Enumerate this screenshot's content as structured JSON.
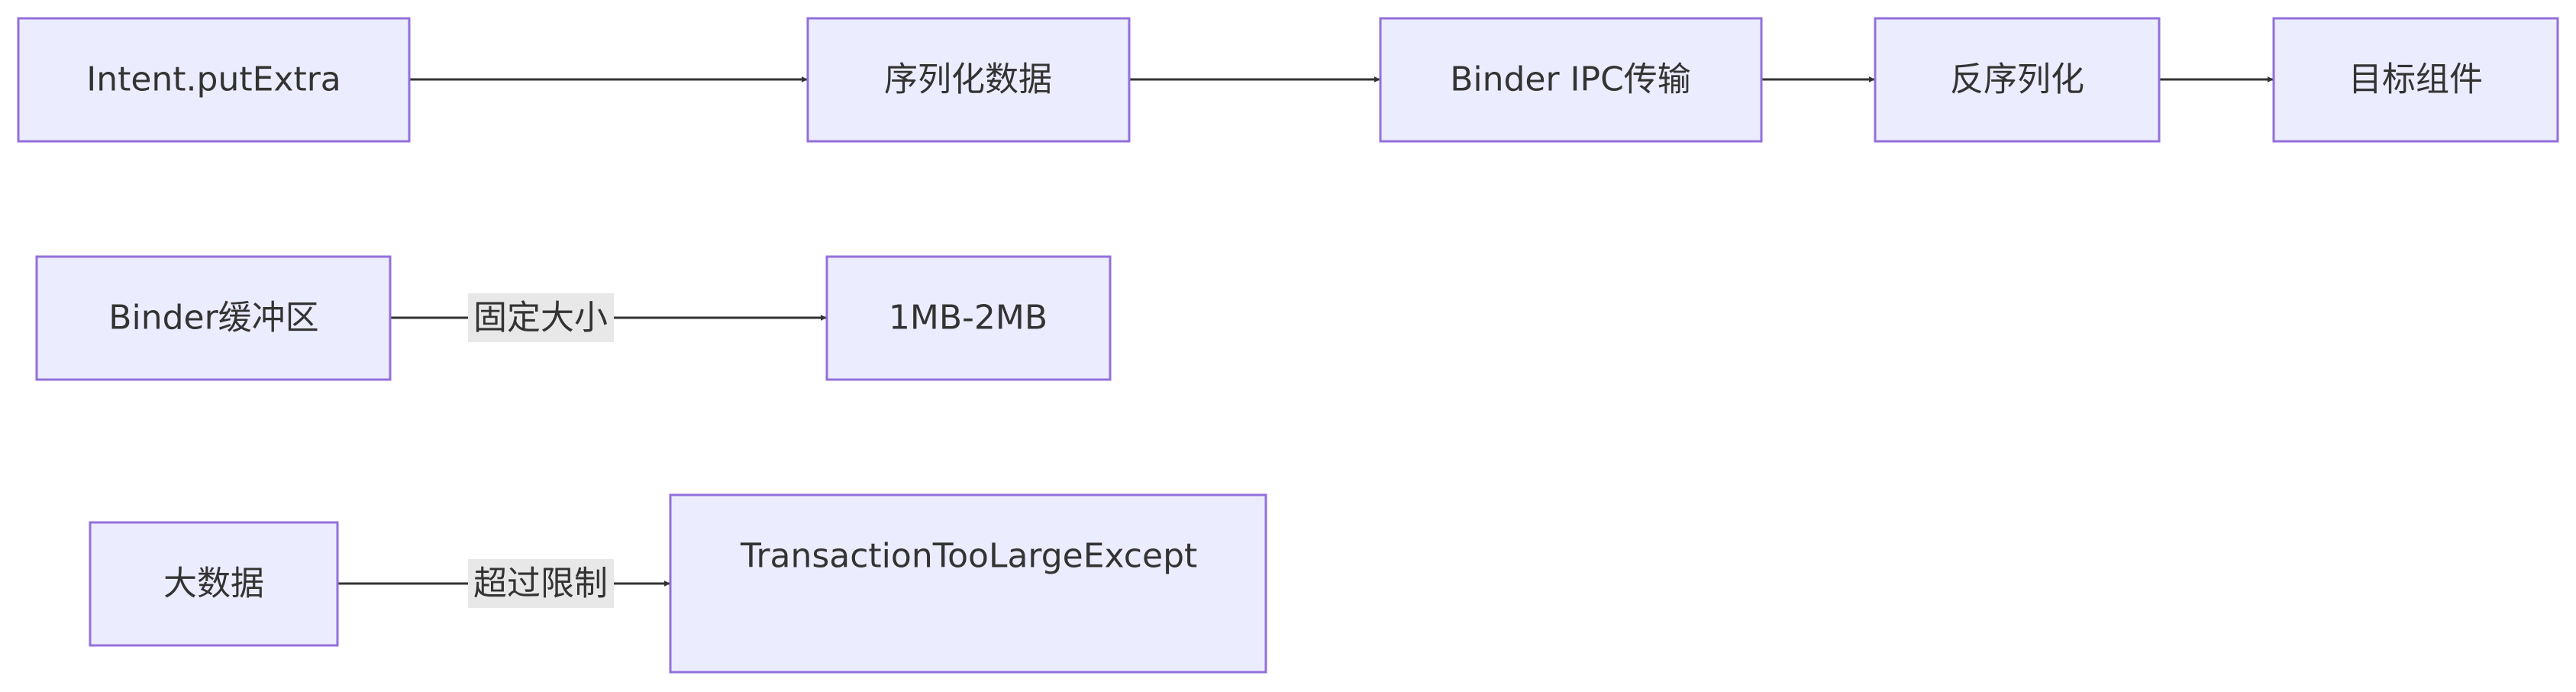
{
  "nodes": {
    "intent_put_extra": "Intent.putExtra",
    "serialize_data": "序列化数据",
    "binder_ipc": "Binder IPC传输",
    "deserialize": "反序列化",
    "target_component": "目标组件",
    "binder_buffer": "Binder缓冲区",
    "buffer_size": "1MB-2MB",
    "large_data": "大数据",
    "exception": "TransactionTooLargeExceptio"
  },
  "edges": {
    "fixed_size": "固定大小",
    "exceeds_limit": "超过限制"
  },
  "colors": {
    "node_fill": "#ECECFF",
    "node_stroke": "#9370DB",
    "edge": "#333333",
    "label_bg": "#e8e8e8"
  }
}
